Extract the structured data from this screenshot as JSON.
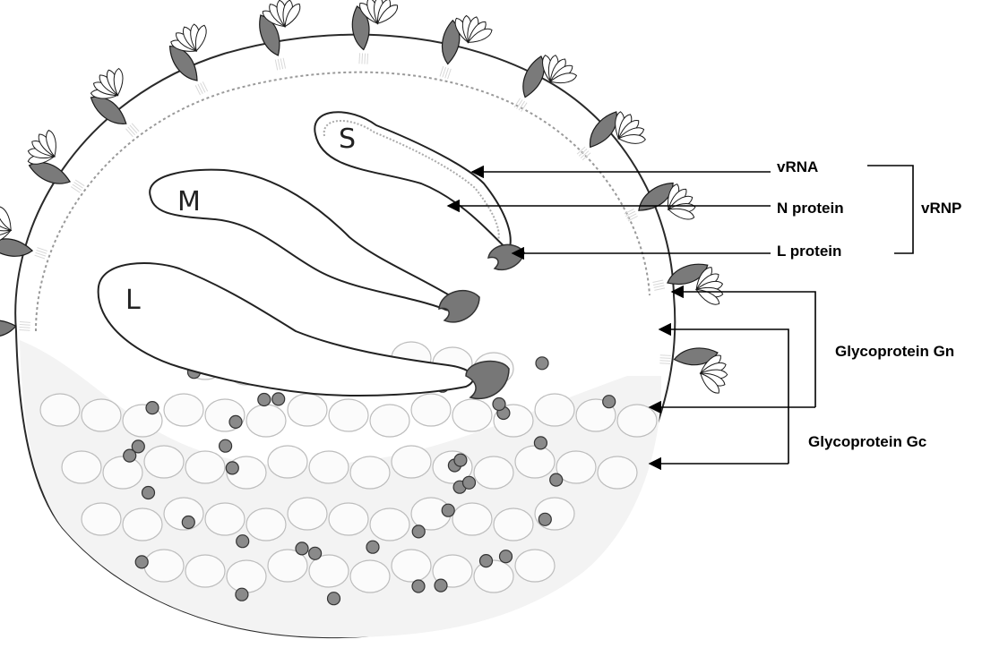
{
  "segments": {
    "s": "S",
    "m": "M",
    "l": "L"
  },
  "labels": {
    "vrna": "vRNA",
    "n_protein": "N protein",
    "l_protein": "L protein",
    "vrnp": "vRNP",
    "gn": "Glycoprotein Gn",
    "gc": "Glycoprotein Gc"
  },
  "colors": {
    "ink": "#1a1a1a",
    "shade": "#7a7a7a",
    "dot": "#8a8a8a",
    "pale": "#d8d8d8"
  }
}
